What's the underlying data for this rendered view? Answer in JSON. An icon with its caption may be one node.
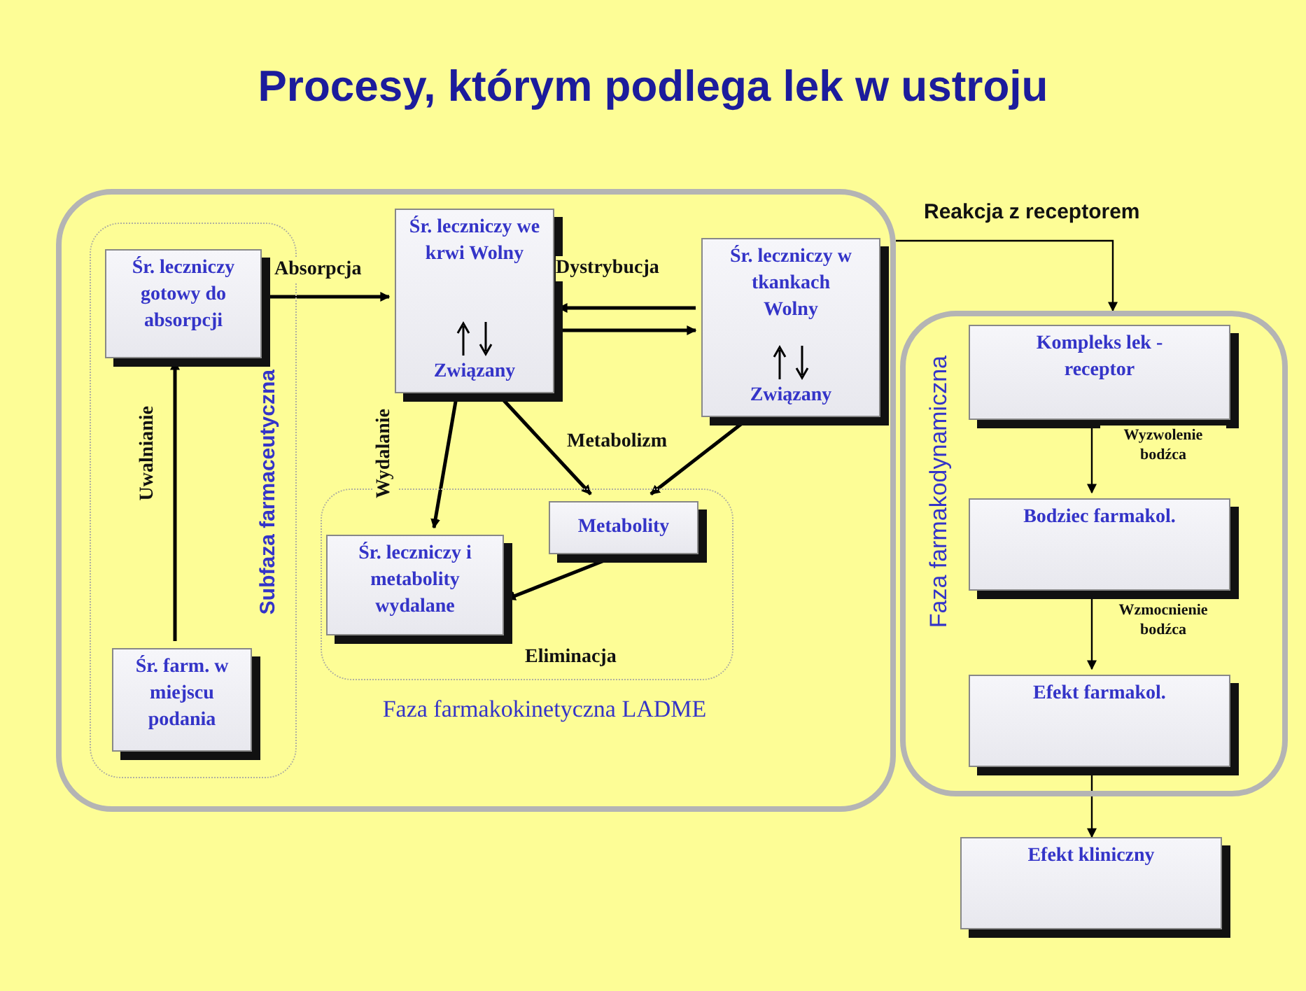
{
  "diagram": {
    "title": "Procesy, którym podlega lek w ustroju",
    "nodes": [
      {
        "text": [
          "Faza farmakokinetyczna LADME"
        ]
      },
      {
        "text": [
          "Subfaza farmaceutyczna"
        ],
        "in": 0
      },
      {
        "text": [
          "Śr. leczniczy gotowy do absorpcji"
        ],
        "in": 1
      },
      {
        "text": [
          "Śr. farm. w miejscu podania"
        ],
        "in": 1
      },
      {
        "text": [
          "Śr. leczniczy we krwi Wolny",
          "Związany"
        ],
        "in": 0
      },
      {
        "text": [
          "Śr. leczniczy w tkankach Wolny",
          "Związany"
        ],
        "in": 0
      },
      {
        "text": [
          "Eliminacja"
        ],
        "in": 0
      },
      {
        "text": [
          "Metabolity"
        ],
        "in": 6
      },
      {
        "text": [
          "Śr. leczniczy i metabolity wydalane"
        ],
        "in": 6
      },
      {
        "text": [
          "Faza farmakodynamiczna"
        ]
      },
      {
        "text": [
          "Kompleks lek - receptor"
        ],
        "in": 9
      },
      {
        "text": [
          "Bodziec farmakol."
        ],
        "in": 9
      },
      {
        "text": [
          "Efekt farmakol."
        ],
        "in": 9
      },
      {
        "text": [
          "Efekt kliniczny"
        ]
      }
    ],
    "edges": [
      {
        "from": 3,
        "to": 2,
        "arrow": "to",
        "label": "Uwalnianie"
      },
      {
        "from": 2,
        "to": 4,
        "arrow": "to",
        "label": "Absorpcja"
      },
      {
        "from": 5,
        "to": 4,
        "arrow": "to",
        "label": "Dystrybucja"
      },
      {
        "from": 4,
        "to": 5,
        "arrow": "to"
      },
      {
        "from": 4,
        "to": 8,
        "arrow": "to",
        "label": "Wydalanie"
      },
      {
        "from": 4,
        "to": 7,
        "arrow": "to",
        "label": "Metabolizm"
      },
      {
        "from": 5,
        "to": 7,
        "arrow": "to"
      },
      {
        "from": 7,
        "to": 8,
        "arrow": "to"
      },
      {
        "from": 0,
        "to": 9,
        "arrow": "to",
        "label": "Reakcja z receptorem"
      },
      {
        "from": 10,
        "to": 11,
        "arrow": "to",
        "label": "Wyzwolenie bodźca"
      },
      {
        "from": 11,
        "to": 12,
        "arrow": "to",
        "label": "Wzmocnienie bodźca"
      },
      {
        "from": 12,
        "to": 13,
        "arrow": "to"
      }
    ]
  }
}
